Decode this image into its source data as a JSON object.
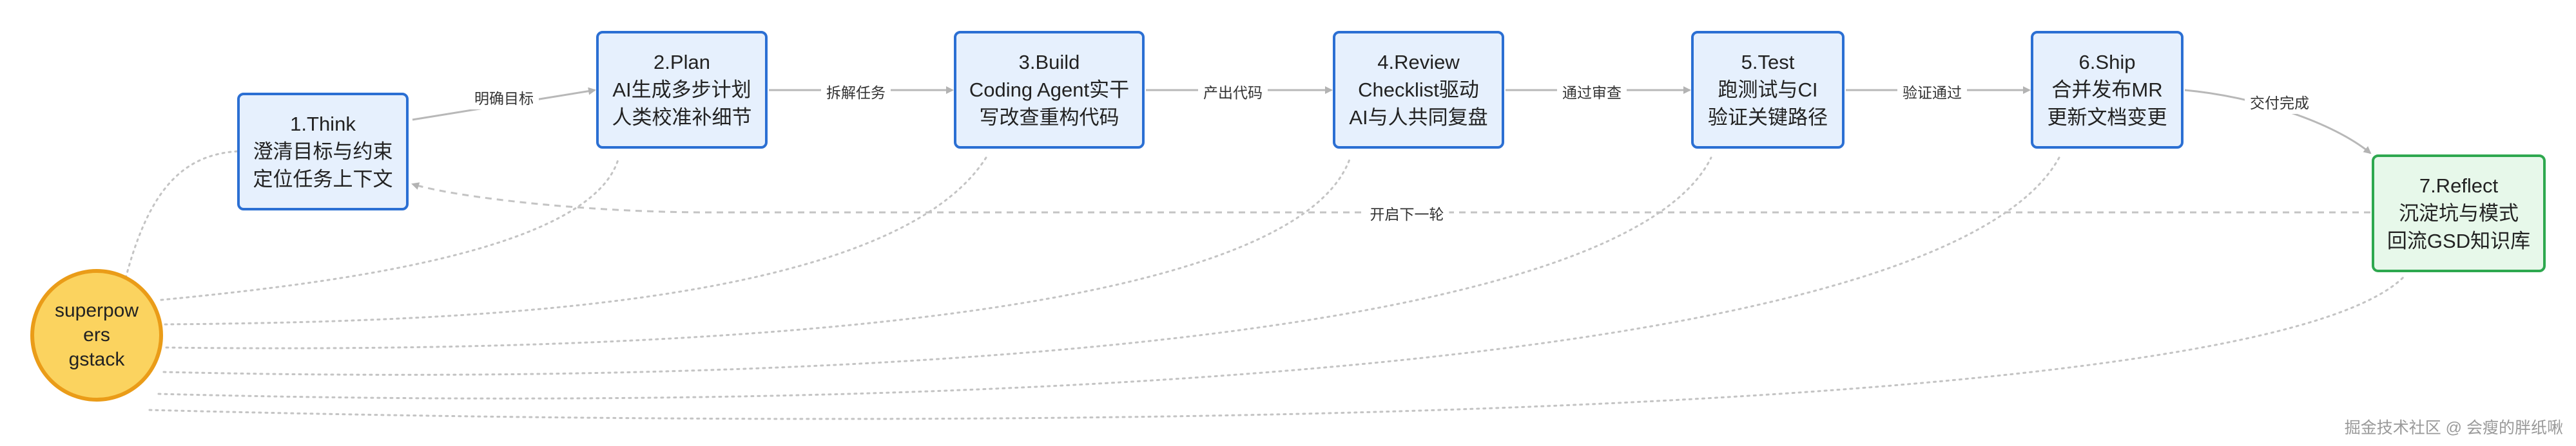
{
  "nodes": {
    "think": {
      "title": "1.Think",
      "line1": "澄清目标与约束",
      "line2": "定位任务上下文"
    },
    "plan": {
      "title": "2.Plan",
      "line1": "AI生成多步计划",
      "line2": "人类校准补细节"
    },
    "build": {
      "title": "3.Build",
      "line1": "Coding Agent实干",
      "line2": "写改查重构代码"
    },
    "review": {
      "title": "4.Review",
      "line1": "Checklist驱动",
      "line2": "AI与人共同复盘"
    },
    "test": {
      "title": "5.Test",
      "line1": "跑测试与CI",
      "line2": "验证关键路径"
    },
    "ship": {
      "title": "6.Ship",
      "line1": "合并发布MR",
      "line2": "更新文档变更"
    },
    "reflect": {
      "title": "7.Reflect",
      "line1": "沉淀坑与模式",
      "line2": "回流GSD知识库"
    }
  },
  "hub": {
    "line1": "superpow",
    "line2": "ers",
    "line3": "gstack"
  },
  "edges": {
    "think_plan": "明确目标",
    "plan_build": "拆解任务",
    "build_review": "产出代码",
    "review_test": "通过审查",
    "test_ship": "验证通过",
    "ship_reflect": "交付完成",
    "reflect_think": "开启下一轮"
  },
  "watermark": "掘金技术社区 @ 会瘦的胖纸啾",
  "colors": {
    "node_fill": "#e6f0fd",
    "node_border": "#2b6fd3",
    "reflect_fill": "#e7f8ea",
    "reflect_border": "#2ea84f",
    "hub_fill": "#fbd35f",
    "hub_border": "#ea9c18",
    "edge": "#b8b8b8"
  }
}
